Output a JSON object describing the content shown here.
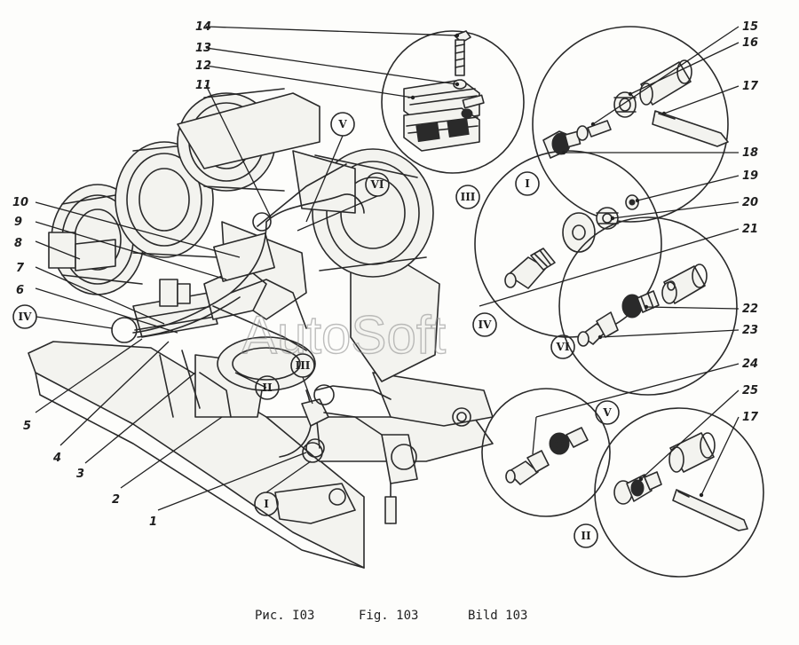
{
  "figure": {
    "part_numbers": [
      "1",
      "2",
      "3",
      "4",
      "5",
      "6",
      "7",
      "8",
      "9",
      "10",
      "11",
      "12",
      "13",
      "14",
      "15",
      "16",
      "17",
      "18",
      "19",
      "20",
      "21",
      "22",
      "23",
      "24",
      "25",
      "17"
    ],
    "detail_views": [
      "I",
      "II",
      "III",
      "IV",
      "V",
      "VI"
    ],
    "detail_markers": [
      "I",
      "II",
      "III",
      "IV",
      "V",
      "VI",
      "I",
      "II",
      "III",
      "IV",
      "V",
      "VI"
    ],
    "watermark": "AutoSoft",
    "caption": {
      "ru": "Рис. I03",
      "en": "Fig. 103",
      "de": "Bild 103"
    }
  }
}
